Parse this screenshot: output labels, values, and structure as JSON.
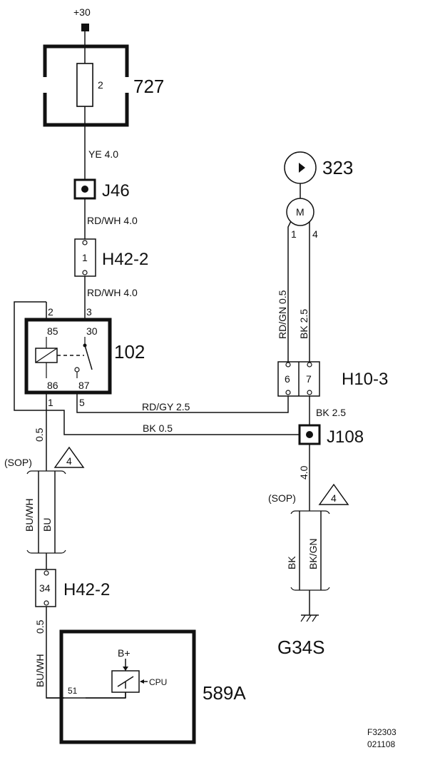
{
  "supply": "+30",
  "fuse_box": {
    "id": "727",
    "fuse_number": "2"
  },
  "wires": {
    "ye_4": "YE  4.0",
    "rdwh_4_a": "RD/WH  4.0",
    "rdwh_4_b": "RD/WH  4.0",
    "rdgn": "RD/GN  0.5",
    "bk_25_v": "BK  2.5",
    "rdgy": "RD/GY  2.5",
    "bk_05_h": "BK   0.5",
    "bk_25_h": "BK  2.5",
    "v_05_left": "0.5",
    "bk_40": "4.0",
    "v_05_bottom": "0.5",
    "buwh_bottom": "BU/WH"
  },
  "connectors": {
    "j46": "J46",
    "h42_2_top": {
      "id": "H42-2",
      "pin": "1"
    },
    "h10_3": {
      "id": "H10-3",
      "pin_a": "6",
      "pin_b": "7"
    },
    "j108": "J108",
    "h42_2_bottom": {
      "id": "H42-2",
      "pin": "34"
    }
  },
  "relay": {
    "id": "102",
    "pin_85_top": "2",
    "pin_30_top": "3",
    "pin_85": "85",
    "pin_30": "30",
    "pin_86": "86",
    "pin_87": "87",
    "pin_86_bottom": "1",
    "pin_87_bottom": "5"
  },
  "pump": {
    "id": "323",
    "motor": "M",
    "pin_left": "1",
    "pin_right": "4"
  },
  "sop_left": {
    "label": "(SOP)",
    "note": "4",
    "wire_a": "BU/WH",
    "wire_b": "BU"
  },
  "sop_right": {
    "label": "(SOP)",
    "note": "4",
    "wire_a": "BK",
    "wire_b": "BK/GN"
  },
  "ground": "G34S",
  "ecu": {
    "id": "589A",
    "supply": "B+",
    "cpu": "CPU",
    "pin": "51"
  },
  "footer": {
    "code": "F32303",
    "date": "021108"
  }
}
